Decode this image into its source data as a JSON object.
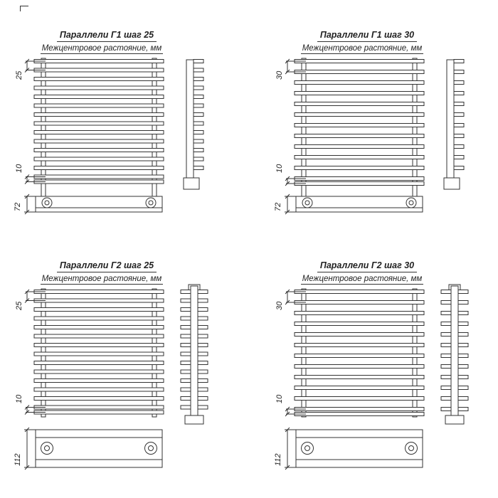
{
  "page": {
    "background": "#ffffff",
    "line_color": "#333333"
  },
  "panels": [
    {
      "id": "g1-step25",
      "title": "Параллели Г1 шаг 25",
      "subtitle": "Межцентровое растояние, мм",
      "step_label": "25",
      "gap_label": "10",
      "height_label": "72",
      "type": "G1",
      "step": 12.5,
      "bars": 14
    },
    {
      "id": "g1-step30",
      "title": "Параллели Г1 шаг 30",
      "subtitle": "Межцентровое растояние, мм",
      "step_label": "30",
      "gap_label": "10",
      "height_label": "72",
      "type": "G1",
      "step": 15,
      "bars": 12
    },
    {
      "id": "g2-step25",
      "title": "Параллели Г2 шаг 25",
      "subtitle": "Межцентровое растояние, мм",
      "step_label": "25",
      "gap_label": "10",
      "height_label": "112",
      "type": "G2",
      "step": 12.5,
      "bars": 14
    },
    {
      "id": "g2-step30",
      "title": "Параллели Г2 шаг 30",
      "subtitle": "Межцентровое растояние, мм",
      "step_label": "30",
      "gap_label": "10",
      "height_label": "112",
      "type": "G2",
      "step": 15,
      "bars": 12
    }
  ]
}
